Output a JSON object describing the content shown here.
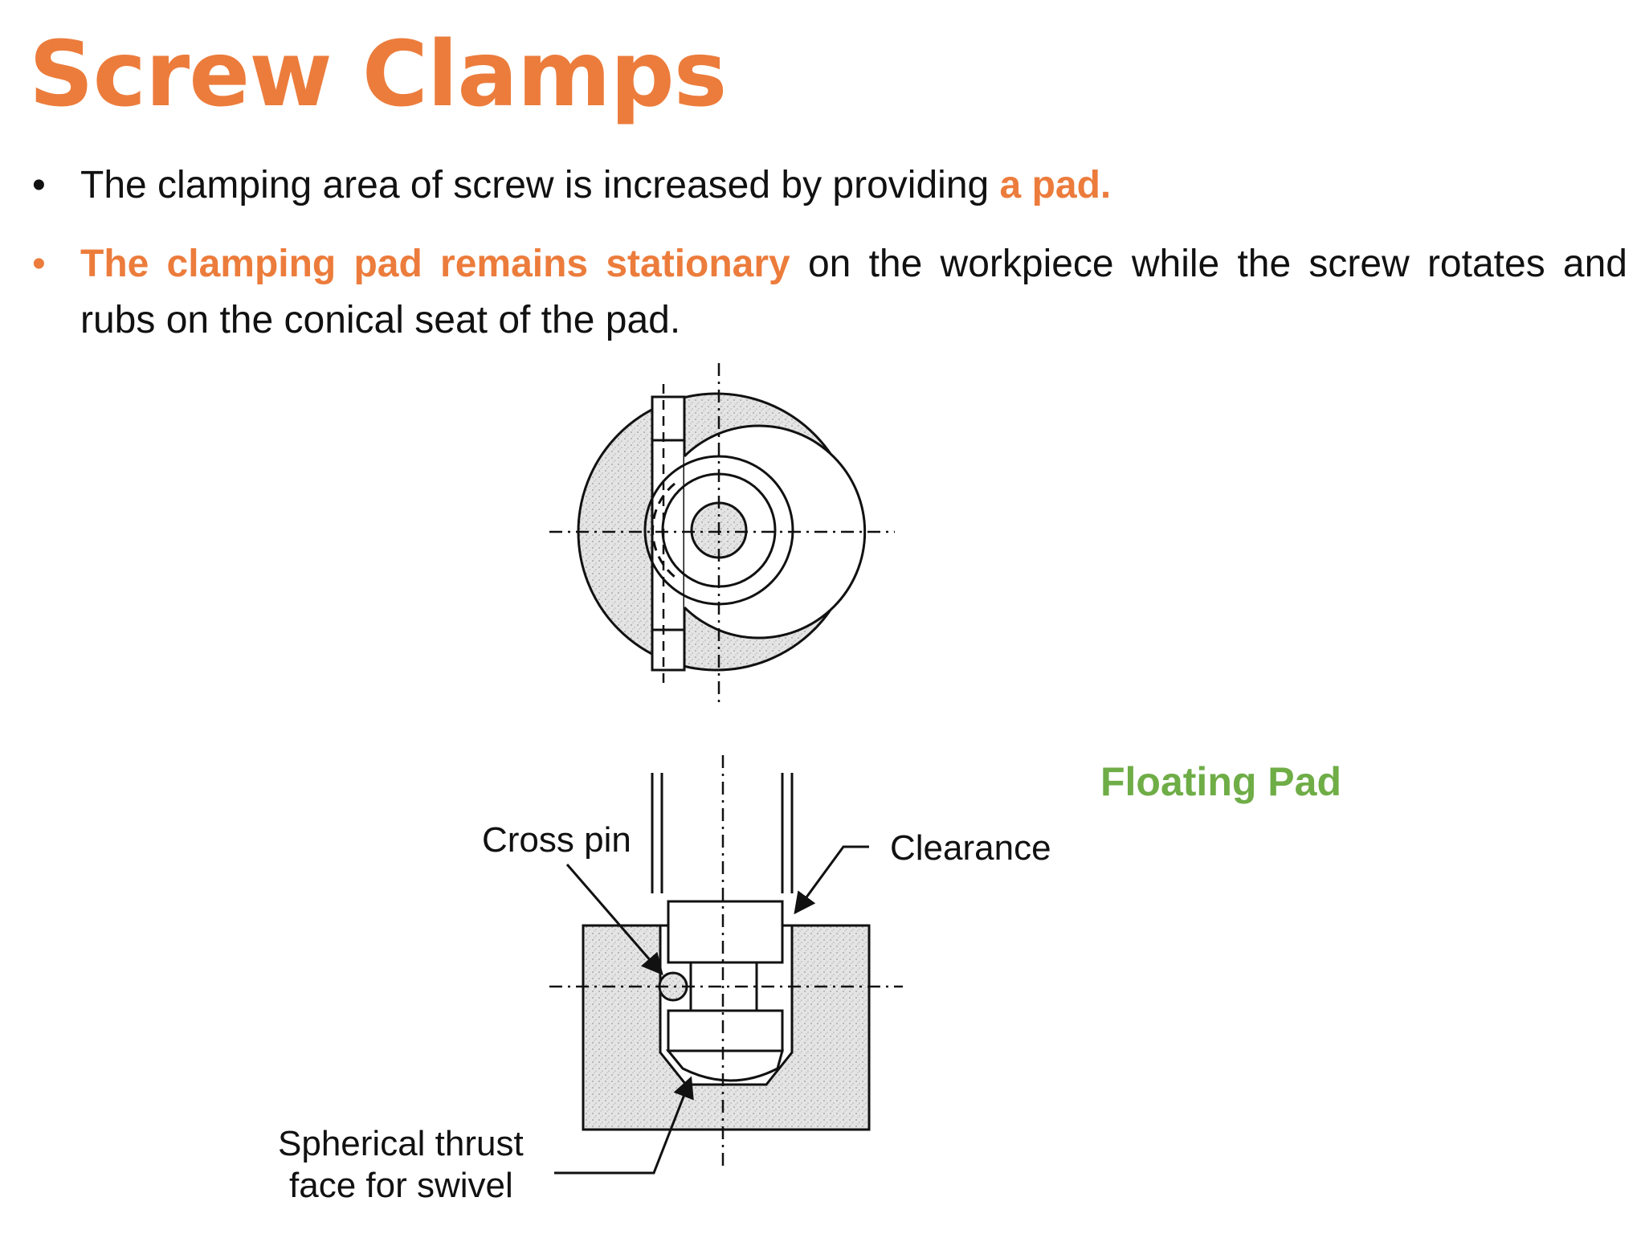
{
  "page": {
    "title": "Screw Clamps",
    "bullets": [
      {
        "marker": "•",
        "text": "The clamping area of screw is increased by providing ",
        "highlight": "a pad."
      },
      {
        "marker": "•",
        "highlight": "The clamping pad remains stationary",
        "text": " on the workpiece while the screw rotates and rubs on the conical seat of the pad."
      }
    ],
    "caption": "Floating Pad"
  },
  "diagram": {
    "labels": {
      "cross_pin": "Cross pin",
      "clearance": "Clearance",
      "spherical_line1": "Spherical thrust",
      "spherical_line2": "face for swivel"
    }
  },
  "colors": {
    "accent": "#ec7c3c",
    "caption": "#6fad47",
    "text": "#111111",
    "shade": "#e2e2e2"
  }
}
